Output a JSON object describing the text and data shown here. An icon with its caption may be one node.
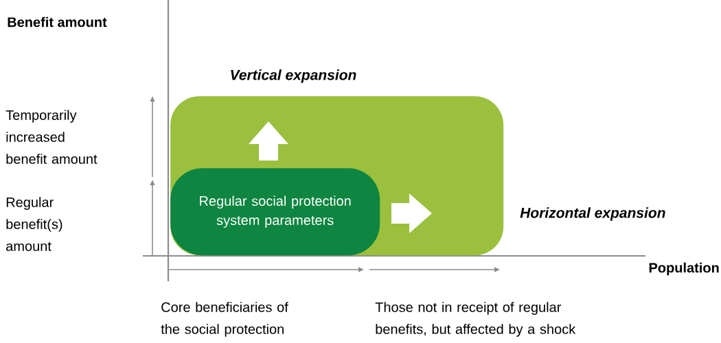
{
  "diagram": {
    "nodes": [
      {
        "text": [],
        "shape": "box"
      },
      {
        "text": [
          "Regular social protection system parameters"
        ],
        "in": 0
      }
    ],
    "labels": [
      "Benefit amount",
      "Vertical expansion",
      "Temporarily increased benefit amount",
      "Regular benefit(s) amount",
      "Horizontal expansion",
      "Population",
      "Core beneficiaries of the social protection",
      "Those not in receipt of regular benefits, but affected by a shock"
    ]
  }
}
